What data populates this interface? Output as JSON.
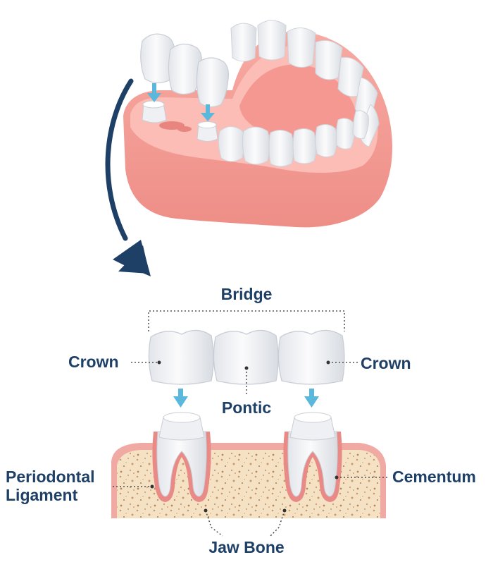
{
  "labels": {
    "bridge": "Bridge",
    "crown_left": "Crown",
    "crown_right": "Crown",
    "pontic": "Pontic",
    "periodontal_line1": "Periodontal",
    "periodontal_line2": "Ligament",
    "cementum": "Cementum",
    "jaw_bone": "Jaw Bone"
  },
  "colors": {
    "label_text": "#1e3f66",
    "arrow_curve": "#1e3f66",
    "arrow_down": "#5ab8dc",
    "gum": "#f4a29c",
    "gum_dark": "#e9857f",
    "gum_light": "#fbc1bb",
    "tooth": "#f4f5f7",
    "tooth_shade": "#d9dde2",
    "bone": "#f5e2c4",
    "bone_speck": "#c99b6a"
  },
  "icons": {
    "curved_arrow": "curved-arrow-icon",
    "down_arrow": "down-arrow-icon"
  }
}
